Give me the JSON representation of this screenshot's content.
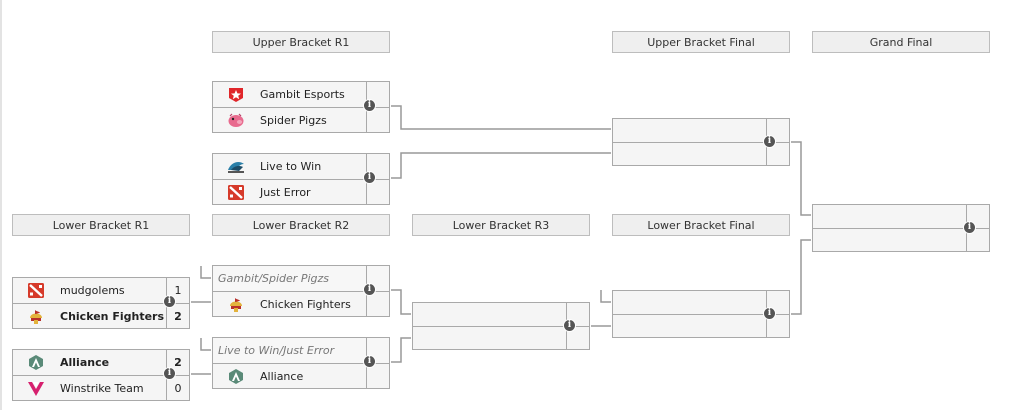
{
  "headers": {
    "ub_r1": "Upper Bracket R1",
    "ub_final": "Upper Bracket Final",
    "grand_final": "Grand Final",
    "lb_r1": "Lower Bracket R1",
    "lb_r2": "Lower Bracket R2",
    "lb_r3": "Lower Bracket R3",
    "lb_final": "Lower Bracket Final"
  },
  "ub_r1": {
    "match1": {
      "team1": "Gambit Esports",
      "team2": "Spider Pigzs"
    },
    "match2": {
      "team1": "Live to Win",
      "team2": "Just Error"
    }
  },
  "lb_r1": {
    "match1": {
      "team1": "mudgolems",
      "score1": "1",
      "team2": "Chicken Fighters",
      "score2": "2"
    },
    "match2": {
      "team1": "Alliance",
      "score1": "2",
      "team2": "Winstrike Team",
      "score2": "0"
    }
  },
  "lb_r2": {
    "match1": {
      "placeholder": "Gambit/Spider Pigzs",
      "team": "Chicken Fighters"
    },
    "match2": {
      "placeholder": "Live to Win/Just Error",
      "team": "Alliance"
    }
  },
  "info_glyph": "i",
  "icons": [
    "gambit-logo-icon",
    "spider-pigzs-logo-icon",
    "live-to-win-logo-icon",
    "just-error-logo-icon",
    "mudgolems-logo-icon",
    "chicken-fighters-logo-icon",
    "alliance-logo-icon",
    "winstrike-logo-icon"
  ],
  "colors": {
    "gambit": "#e0262a",
    "spider": "#e86a8e",
    "dota": "#d63a2a",
    "chicken": "#b8302a",
    "alliance": "#5a8a78",
    "winstrike": "#d6206e",
    "connector": "#999999"
  }
}
